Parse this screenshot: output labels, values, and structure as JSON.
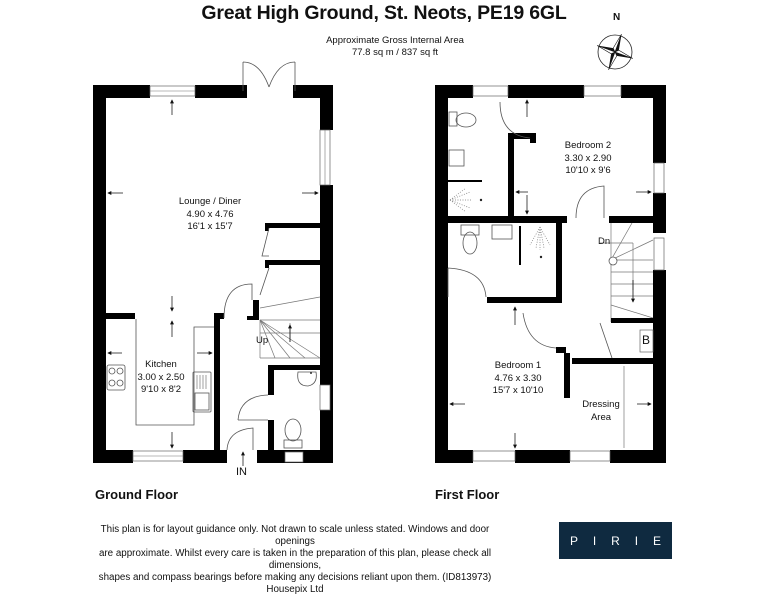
{
  "header": {
    "title": "Great High Ground, St. Neots, PE19 6GL",
    "area_heading": "Approximate Gross Internal Area",
    "area_value": "77.8 sq m / 837 sq ft"
  },
  "compass": {
    "label": "N",
    "icon": "compass-rose-icon"
  },
  "ground_floor": {
    "label": "Ground Floor",
    "rooms": [
      {
        "name": "Lounge / Diner",
        "metric": "4.90 x 4.76",
        "imperial": "16'1 x 15'7"
      },
      {
        "name": "Kitchen",
        "metric": "3.00 x 2.50",
        "imperial": "9'10 x 8'2"
      }
    ],
    "annotations": {
      "stairs": "Up",
      "entrance": "IN"
    }
  },
  "first_floor": {
    "label": "First Floor",
    "rooms": [
      {
        "name": "Bedroom 2",
        "metric": "3.30 x 2.90",
        "imperial": "10'10 x 9'6"
      },
      {
        "name": "Bedroom 1",
        "metric": "4.76 x 3.30",
        "imperial": "15'7 x 10'10"
      },
      {
        "name": "Dressing",
        "name2": "Area"
      }
    ],
    "annotations": {
      "stairs": "Dn",
      "boiler": "B"
    }
  },
  "footer": {
    "disclaimer_line1": "This plan is for layout guidance only. Not drawn to scale unless stated. Windows and door openings",
    "disclaimer_line2": "are approximate. Whilst every care is taken in the preparation of this plan, please check all dimensions,",
    "disclaimer_line3": "shapes and compass bearings before making any decisions reliant upon them. (ID813973)",
    "disclaimer_line4": "Housepix Ltd",
    "logo_letters": [
      "P",
      "I",
      "R",
      "I",
      "E"
    ],
    "logo_bg": "#0f2a40"
  }
}
